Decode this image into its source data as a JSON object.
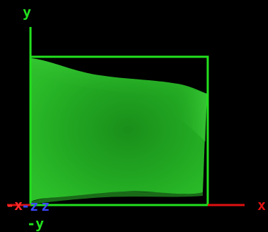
{
  "axes": {
    "y_label": "y",
    "x_label": "x",
    "neg_y_label": "-y",
    "neg_x_label": "-x",
    "z_label": "z",
    "neg_z_label": "-z"
  },
  "colors": {
    "background": "#000000",
    "y_axis": "#22e01e",
    "x_axis_positive": "#e01010",
    "x_axis_negative": "#ff2a2a",
    "z_axis": "#3a48ff",
    "frame": "#22e01e",
    "cloth_base": "#1e9e1e",
    "cloth_highlight": "#3fd03a",
    "cloth_shadow": "#137a13"
  }
}
